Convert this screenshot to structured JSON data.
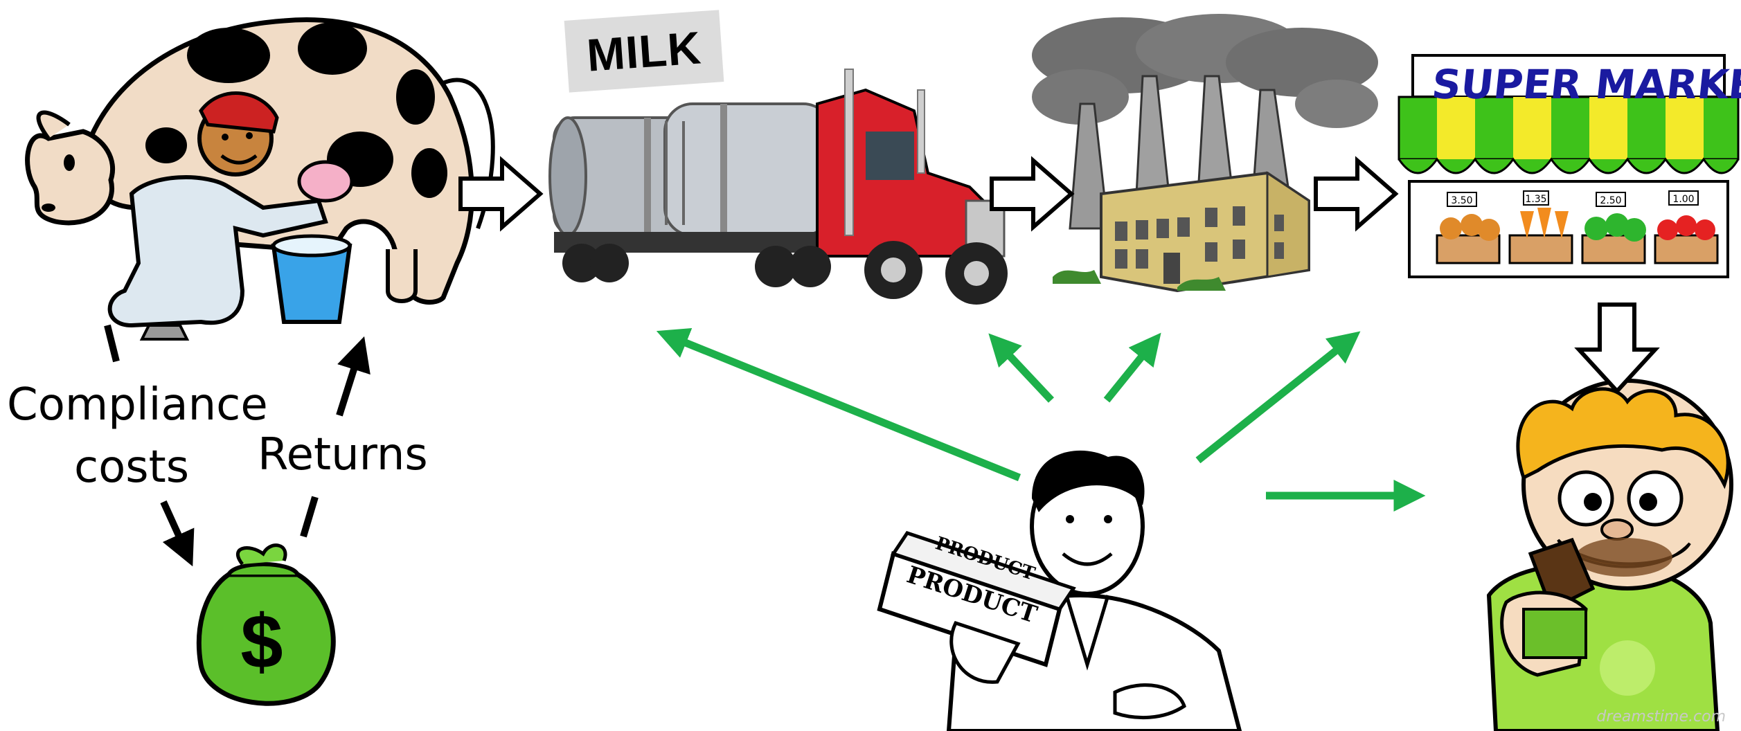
{
  "labels": {
    "milk": "MILK",
    "compliance_line1": "Compliance",
    "compliance_line2": "costs",
    "returns": "Returns",
    "super_market": "SUPER MARKET",
    "watermark": "dreamstime.com"
  },
  "product_box": {
    "text1": "PRODUCT",
    "text2": "PRODUCT"
  },
  "price_tags": [
    "3.50",
    "1.35",
    "2.50",
    "1.00"
  ],
  "money_symbol": "$",
  "colors": {
    "influence_arrow": "#1db04a",
    "flow_arrow_outline": "#000000",
    "money_bag": "#5bbf2a",
    "milk_label_bg": "#dcdcdc",
    "market_sign_text": "#1a1aa0",
    "truck_cab": "#d8202a",
    "tanker": "#b9bec4",
    "factory_smoke": "#6f6f6f",
    "factory_building": "#d9c57a",
    "awning_green": "#3ec21a",
    "awning_yellow": "#f3ea2a",
    "kid_hair": "#f5b41d",
    "kid_shirt": "#9fe043",
    "cow_body": "#f1dcc6"
  }
}
